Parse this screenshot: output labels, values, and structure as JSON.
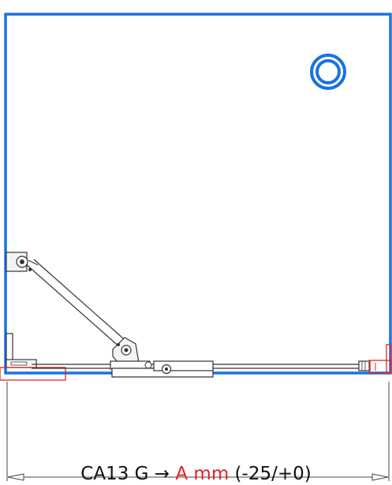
{
  "diagram": {
    "caption": {
      "model": "CA13 G",
      "arrow": "→",
      "dimension": "A mm",
      "tolerance": "(-25/+0)"
    },
    "colors": {
      "frame": "#1a72e0",
      "highlight": "#e32222",
      "line": "#333333"
    },
    "icons": [
      "ring-marker-icon",
      "dimension-arrow-icon"
    ]
  }
}
